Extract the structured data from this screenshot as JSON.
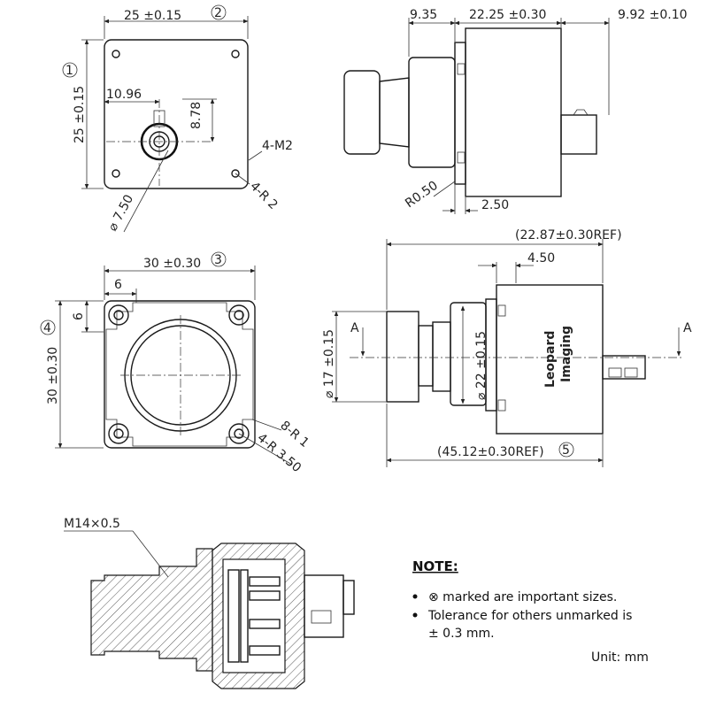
{
  "views": {
    "top_left": {
      "width_dim": "25 ±0.15",
      "width_mark": "2",
      "height_dim": "25 ±0.15",
      "height_mark": "1",
      "offset_x": "10.96",
      "offset_y": "8.78",
      "hole_label": "4-M2",
      "radius_label": "4-R 2",
      "diameter_label": "⌀ 7.50"
    },
    "top_right": {
      "dim_a": "9.35",
      "dim_b": "22.25 ±0.30",
      "dim_c": "9.92 ±0.10",
      "radius_label": "R0.50",
      "dim_d": "2.50"
    },
    "middle_left": {
      "width_dim": "30 ±0.30",
      "width_mark": "3",
      "height_dim": "30 ±0.30",
      "height_mark": "4",
      "inset_x": "6",
      "inset_y": "6",
      "radius1": "8-R 1",
      "radius2": "4-R 3.50"
    },
    "middle_right": {
      "top_ref": "(22.87±0.30REF)",
      "dim_450": "4.50",
      "dia17": "⌀ 17 ±0.15",
      "dia22": "⌀ 22 ±0.15",
      "section_left": "A",
      "section_right": "A",
      "bottom_ref": "(45.12±0.30REF)",
      "bottom_mark": "5",
      "logo_line1": "Leopard",
      "logo_line2": "Imaging"
    },
    "section": {
      "thread_label": "M14×0.5"
    }
  },
  "note": {
    "title": "NOTE:",
    "items": [
      "⊗ marked are important sizes.",
      "Tolerance for others unmarked is"
    ],
    "continuation": "± 0.3 mm.",
    "unit": "Unit: mm"
  }
}
